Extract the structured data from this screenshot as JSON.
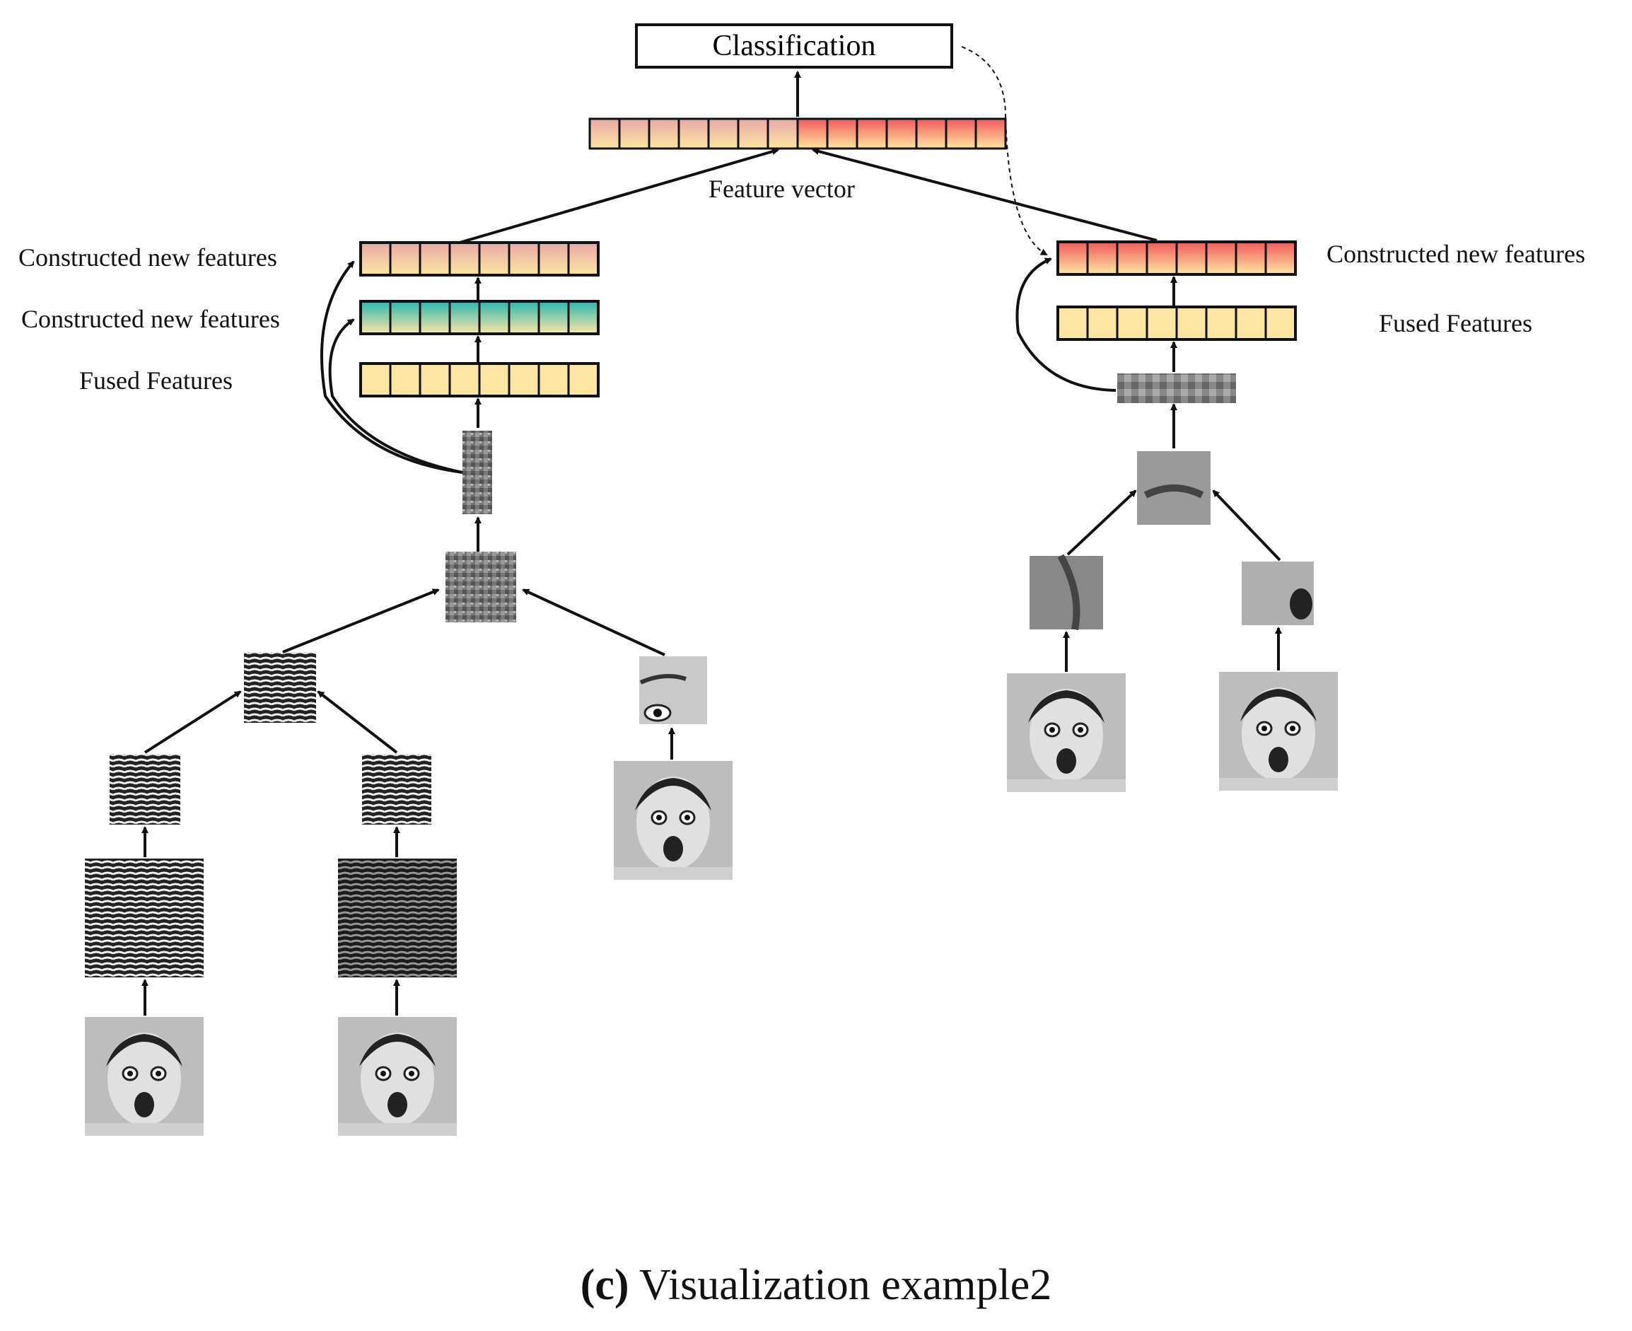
{
  "diagram": {
    "classification_label": "Classification",
    "feature_vector_label": "Feature vector",
    "left_branch": {
      "constructed_label_top": "Constructed new features",
      "constructed_label_mid": "Constructed new features",
      "fused_label": "Fused Features"
    },
    "right_branch": {
      "constructed_label": "Constructed new features",
      "fused_label": "Fused Features"
    },
    "caption_letter": "(c)",
    "caption_text": "Visualization example2"
  },
  "colors": {
    "cell_yellow": "#fde6a2",
    "cell_pink": "#e8a7a8",
    "cell_teal": "#2bb7b0",
    "cell_red": "#f05a5a",
    "stroke": "#111111"
  },
  "icons": [
    "face-photo-icon",
    "edge-map-icon",
    "texture-patch-icon",
    "eye-patch-icon",
    "cheek-patch-icon",
    "mouth-patch-icon"
  ]
}
